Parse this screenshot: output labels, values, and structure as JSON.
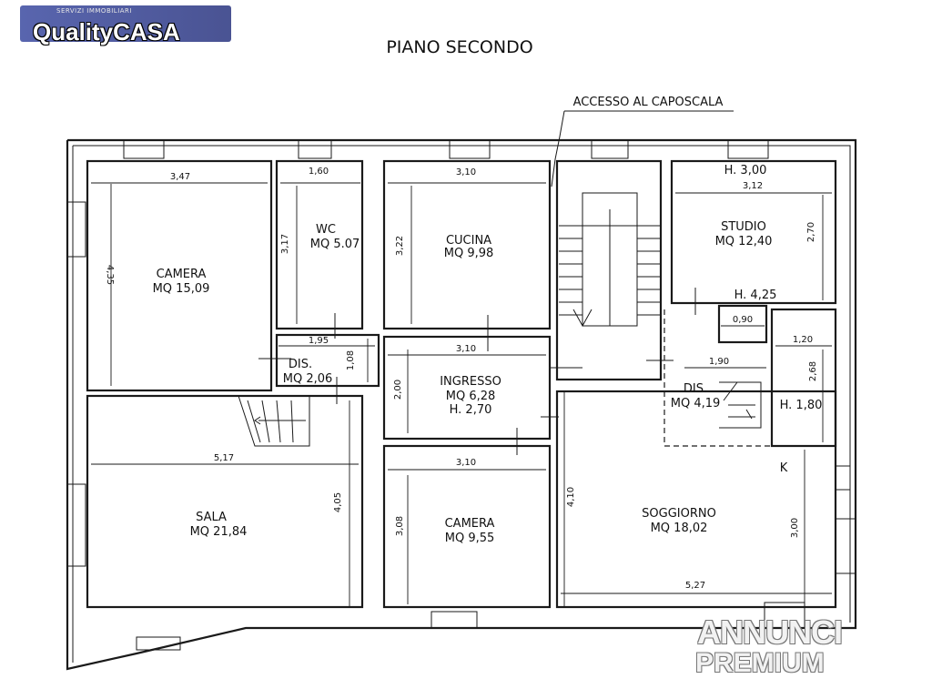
{
  "logo": {
    "tagline": "SERVIZI IMMOBILIARI",
    "brand": "QualityCASA"
  },
  "plan_title": "PIANO SECONDO",
  "access_note": "ACCESSO AL CAPOSCALA",
  "rooms": {
    "camera1": {
      "name": "CAMERA",
      "area": "MQ 15,09",
      "width": "3,47",
      "height": "4,35"
    },
    "wc": {
      "name": "WC",
      "area": "MQ 5.07",
      "width": "1,60",
      "height": "3,17"
    },
    "cucina": {
      "name": "CUCINA",
      "area": "MQ 9,98",
      "width": "3,10",
      "height": "3,22"
    },
    "studio": {
      "name": "STUDIO",
      "area": "MQ 12,40",
      "width": "3,12",
      "height": "2,70",
      "ceiling": "H. 3,00"
    },
    "dis1": {
      "name": "DIS.",
      "area": "MQ 2,06",
      "width": "1,95",
      "height": "1,08"
    },
    "ingresso": {
      "name": "INGRESSO",
      "area": "MQ 6,28",
      "ceiling": "H. 2,70",
      "width": "3,10",
      "height": "2,00"
    },
    "dis2": {
      "name": "DIS.",
      "area": "MQ 4,19",
      "width": "1,90"
    },
    "small_room": {
      "ceiling": "H. 1,80",
      "width": "1,20",
      "height": "2,68"
    },
    "sala": {
      "name": "SALA",
      "area": "MQ 21,84",
      "width": "5,17",
      "height": "4,05"
    },
    "camera2": {
      "name": "CAMERA",
      "area": "MQ 9,55",
      "width": "3,10",
      "height": "3,08"
    },
    "soggiorno": {
      "name": "SOGGIORNO",
      "area": "MQ 18,02",
      "width": "5,27",
      "height": "3,00",
      "depth": "4,10",
      "kitchen_mark": "K"
    }
  },
  "landing": {
    "ceiling": "H. 4,25",
    "width": "0,90"
  },
  "watermark": {
    "line1": "ANNUNCI",
    "line2": "PREMIUM"
  }
}
